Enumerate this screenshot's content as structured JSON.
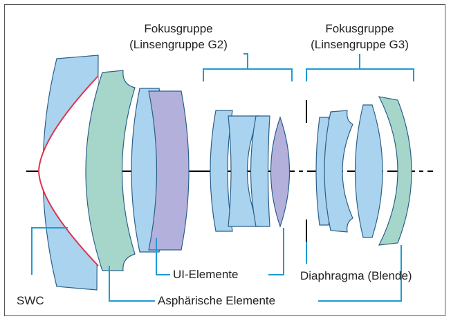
{
  "labels": {
    "focus_g2_title": "Fokusgruppe",
    "focus_g2_sub": "(Linsengruppe G2)",
    "focus_g3_title": "Fokusgruppe",
    "focus_g3_sub": "(Linsengruppe G3)",
    "swc": "SWC",
    "ui_elements": "UI-Elemente",
    "aspherical": "Asphärische Elemente",
    "diaphragm": "Diaphragma (Blende)"
  },
  "colors": {
    "lens_blue": "#a9d3ef",
    "lens_green": "#a5d6c9",
    "lens_purple": "#b4b0dc",
    "outline": "#2a5f8a",
    "callout": "#1e9ad6",
    "coating_red": "#e0314a",
    "axis": "#000000"
  }
}
